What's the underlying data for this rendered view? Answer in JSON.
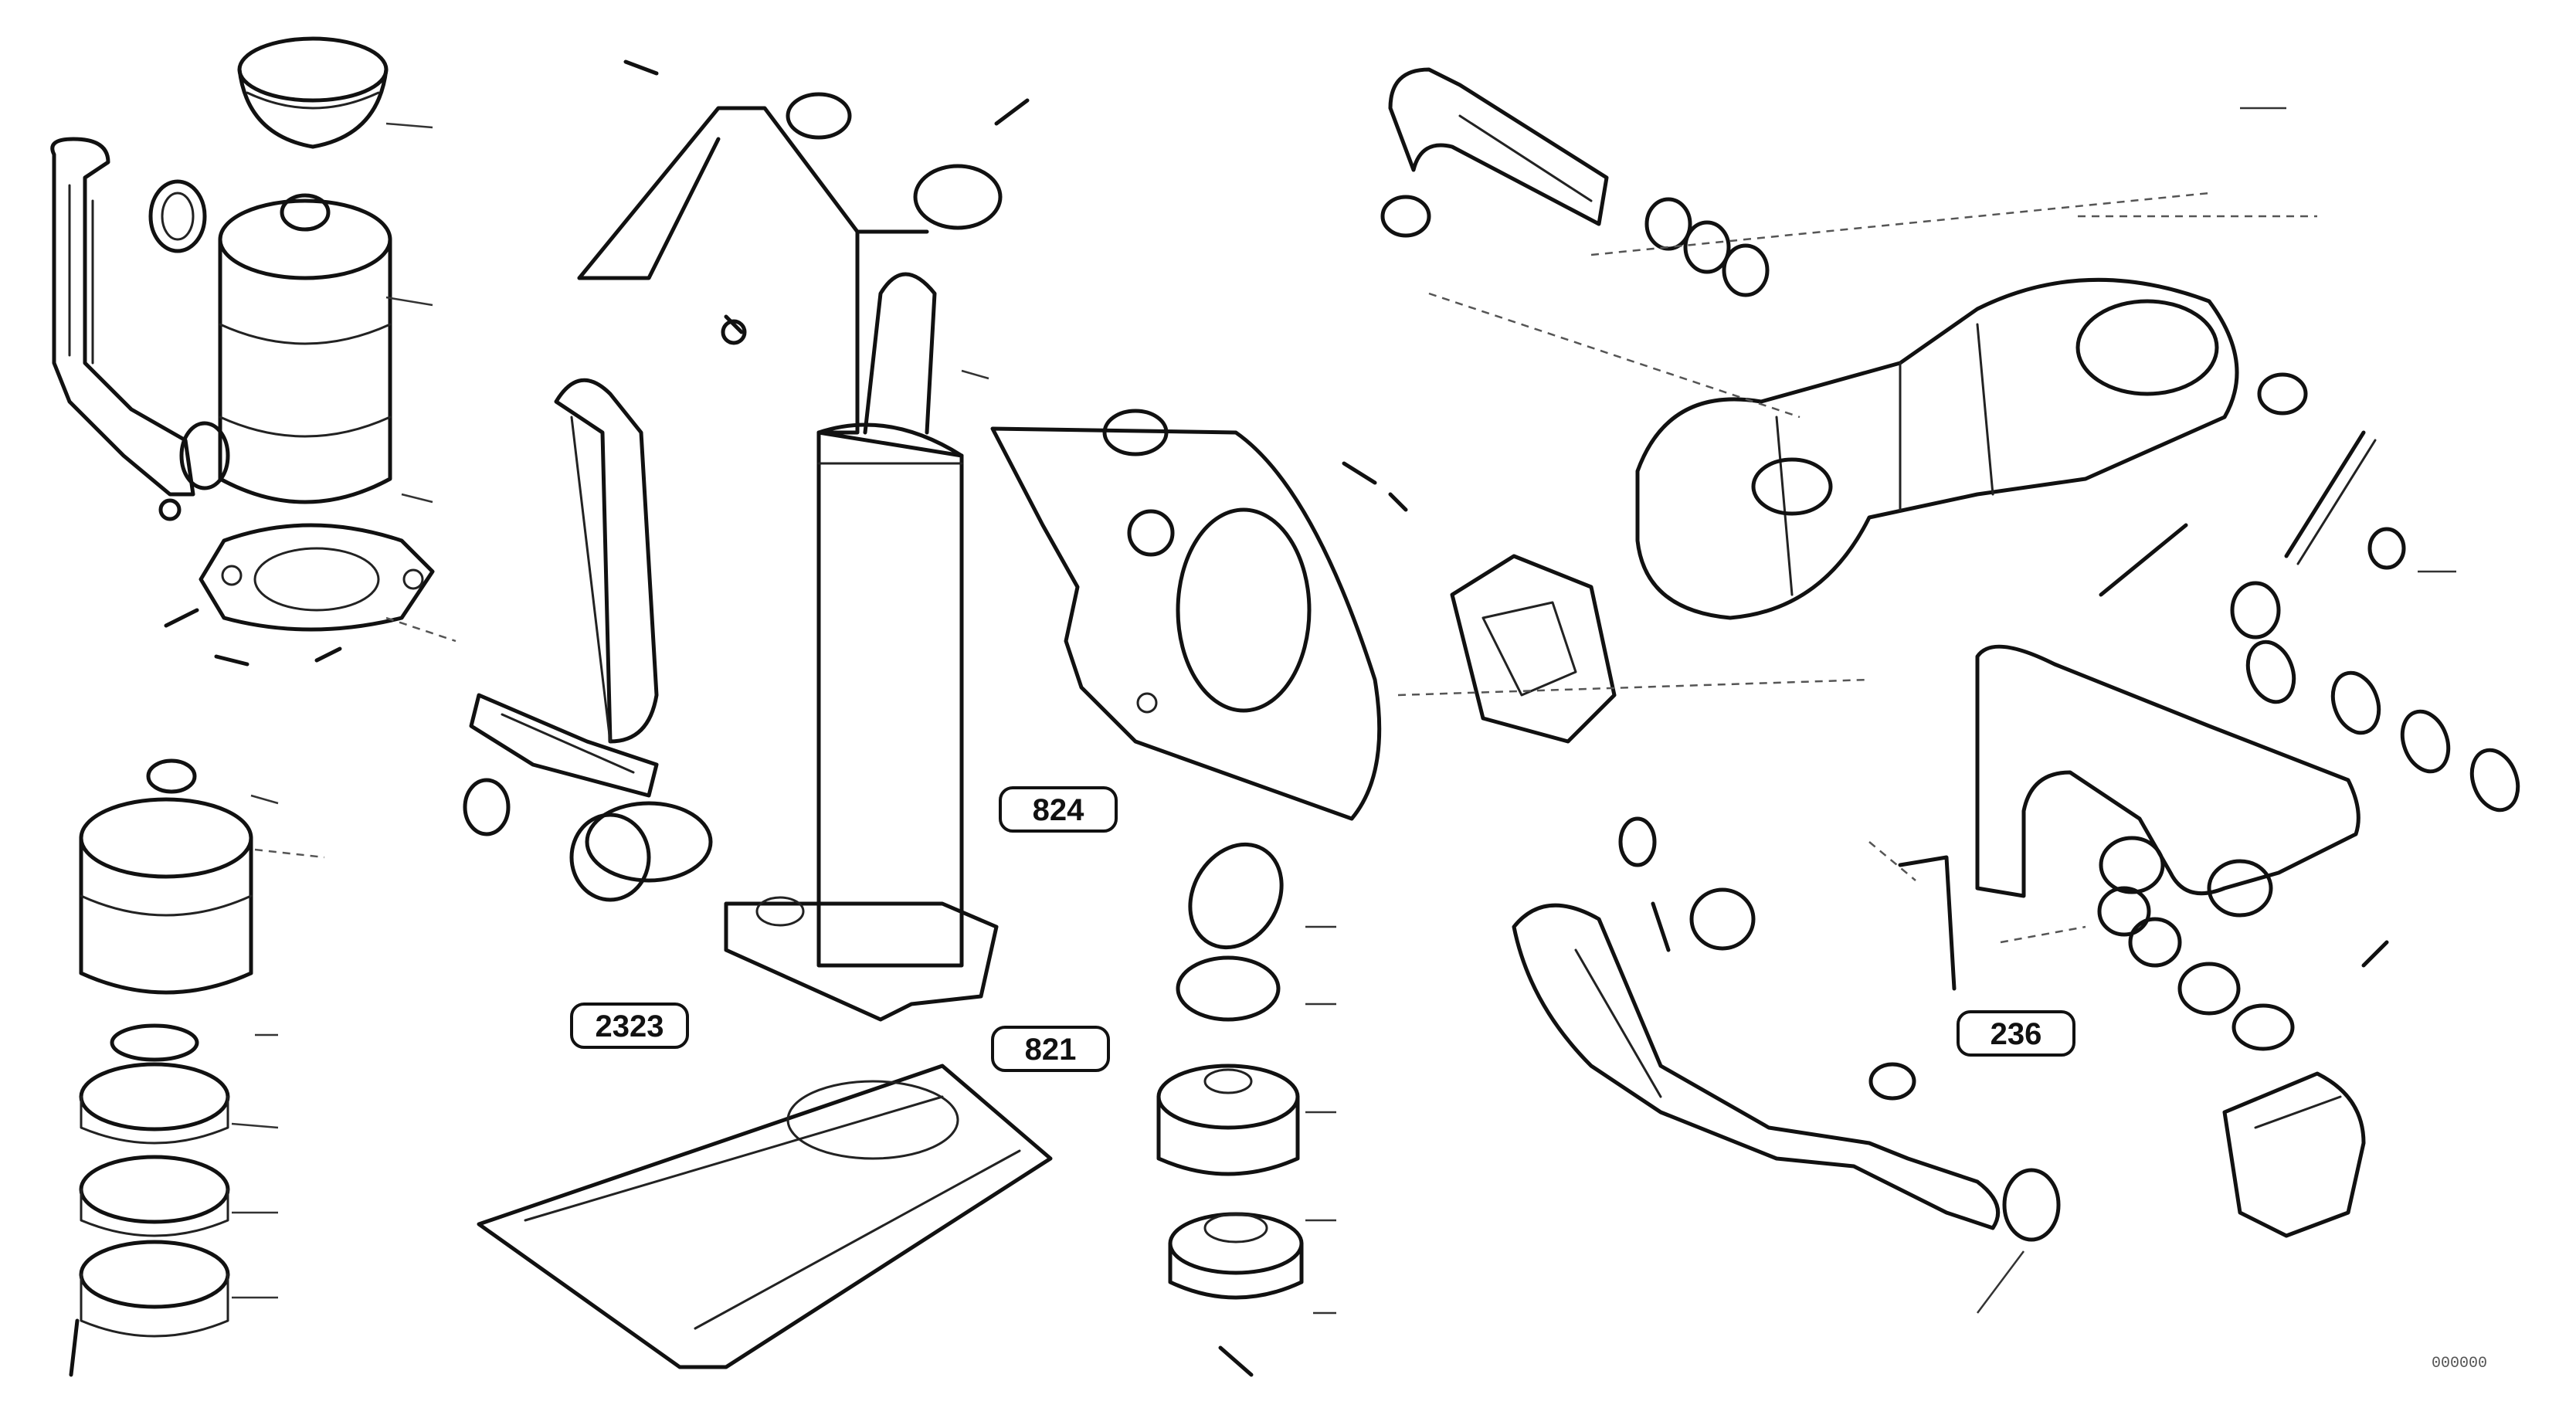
{
  "diagram": {
    "references": [
      {
        "id": "ref-1",
        "label": "2323"
      },
      {
        "id": "ref-2",
        "label": "821"
      },
      {
        "id": "ref-3",
        "label": "824"
      },
      {
        "id": "ref-4",
        "label": "236"
      }
    ],
    "code": "000000"
  },
  "colors": {
    "ink": "#111111",
    "background": "#ffffff"
  }
}
